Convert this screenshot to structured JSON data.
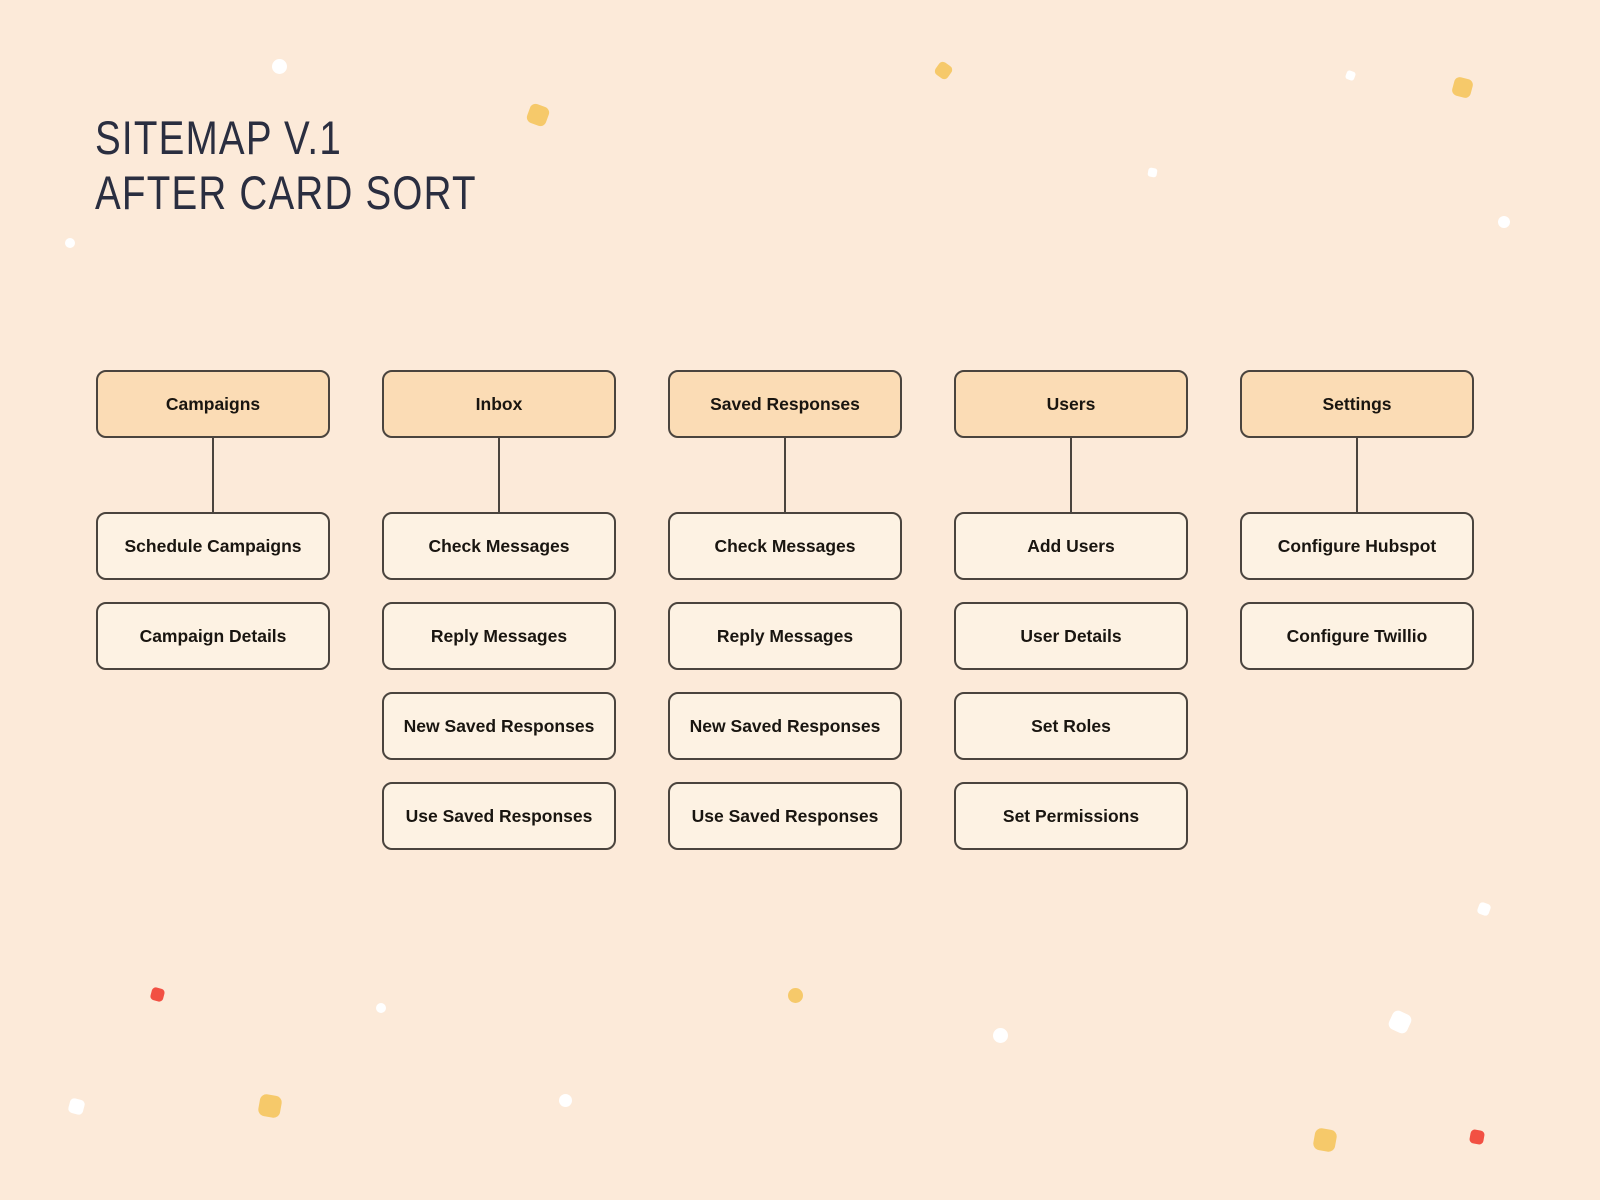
{
  "title": {
    "line1": "SITEMAP V.1",
    "line2": "AFTER CARD SORT"
  },
  "sitemap": {
    "columns": [
      {
        "header": "Campaigns",
        "children": [
          "Schedule Campaigns",
          "Campaign Details"
        ]
      },
      {
        "header": "Inbox",
        "children": [
          "Check Messages",
          "Reply Messages",
          "New Saved Responses",
          "Use Saved Responses"
        ]
      },
      {
        "header": "Saved Responses",
        "children": [
          "Check Messages",
          "Reply Messages",
          "New Saved Responses",
          "Use Saved Responses"
        ]
      },
      {
        "header": "Users",
        "children": [
          "Add Users",
          "User Details",
          "Set Roles",
          "Set Permissions"
        ]
      },
      {
        "header": "Settings",
        "children": [
          "Configure Hubspot",
          "Configure Twillio"
        ]
      }
    ]
  },
  "colors": {
    "background": "#fcead9",
    "header_box_fill": "#fbdcb5",
    "child_box_fill": "#fdf2e3",
    "border_line": "#4a443e",
    "title_text": "#2a2e40",
    "label_text": "#191510",
    "confetti_yellow": "#f6c96a",
    "confetti_red": "#f25043",
    "confetti_white": "#ffffff"
  }
}
